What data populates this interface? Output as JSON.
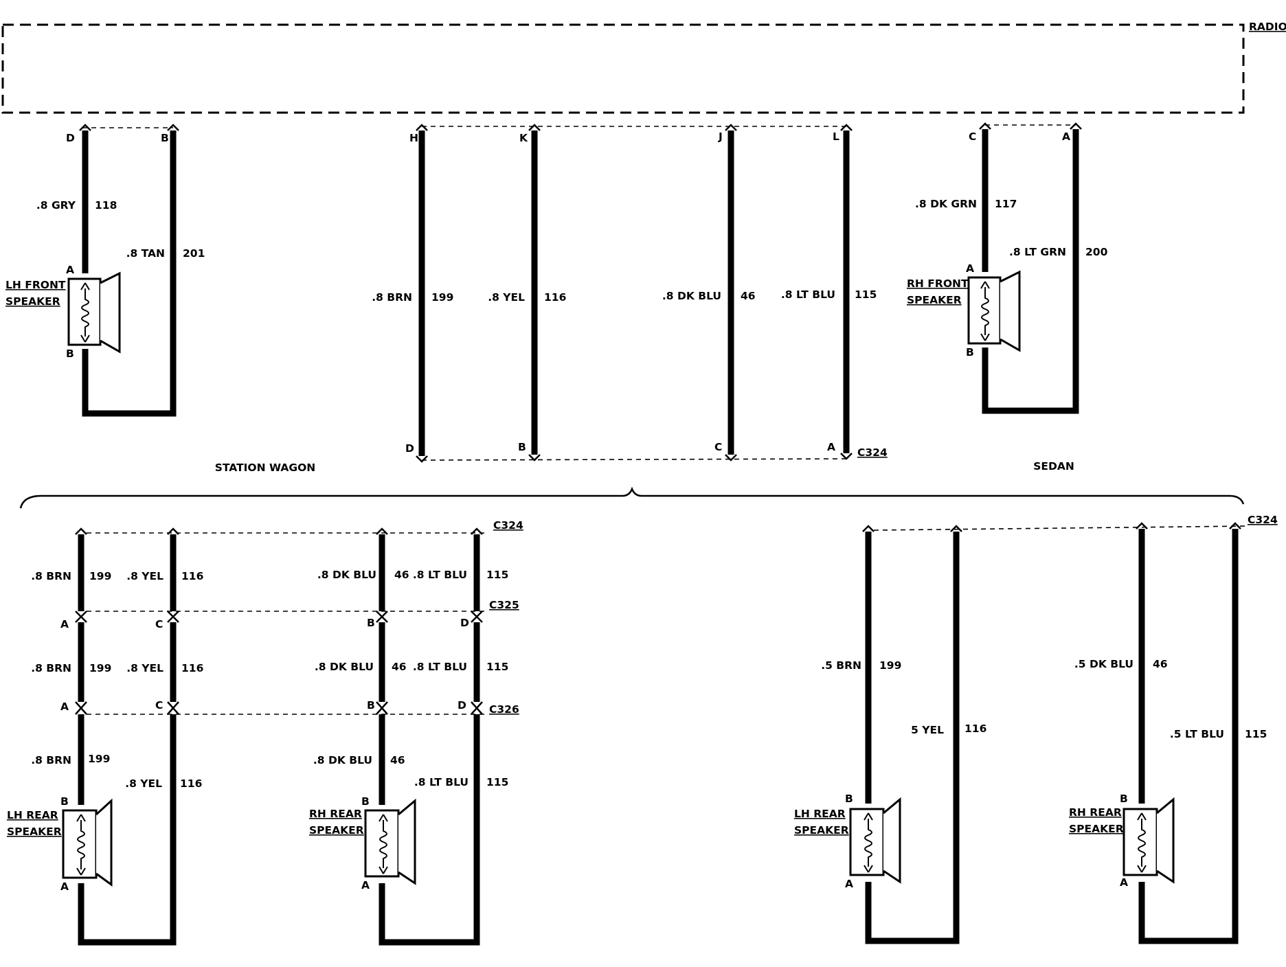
{
  "radio": {
    "label": "RADIO"
  },
  "variants": {
    "station_wagon": "STATION WAGON",
    "sedan": "SEDAN"
  },
  "connectors": {
    "c324": "C324",
    "c325": "C325",
    "c326": "C326"
  },
  "speakers": {
    "lh_front": {
      "line1": "LH FRONT",
      "line2": "SPEAKER"
    },
    "rh_front": {
      "line1": "RH FRONT",
      "line2": "SPEAKER"
    },
    "lh_rear": {
      "line1": "LH REAR",
      "line2": "SPEAKER"
    },
    "rh_rear": {
      "line1": "RH REAR",
      "line2": "SPEAKER"
    }
  },
  "pins": {
    "a": "A",
    "b": "B",
    "c": "C",
    "d": "D",
    "h": "H",
    "j": "J",
    "k": "K",
    "l": "L"
  },
  "wires": {
    "gry_118": {
      "gauge": ".8 GRY",
      "circuit": "118"
    },
    "tan_201": {
      "gauge": ".8 TAN",
      "circuit": "201"
    },
    "brn_199": {
      "gauge": ".8 BRN",
      "circuit": "199"
    },
    "yel_116": {
      "gauge": ".8 YEL",
      "circuit": "116"
    },
    "dkblu_46": {
      "gauge": ".8 DK BLU",
      "circuit": "46"
    },
    "ltblu_115": {
      "gauge": ".8 LT BLU",
      "circuit": "115"
    },
    "dkgrn_117": {
      "gauge": ".8 DK GRN",
      "circuit": "117"
    },
    "ltgrn_200": {
      "gauge": ".8 LT GRN",
      "circuit": "200"
    },
    "s_brn_199": {
      "gauge": ".5 BRN",
      "circuit": "199"
    },
    "s_yel_116": {
      "gauge": "5 YEL",
      "circuit": "116"
    },
    "s_dkblu_46": {
      "gauge": ".5 DK BLU",
      "circuit": "46"
    },
    "s_ltblu_115": {
      "gauge": ".5 LT BLU",
      "circuit": "115"
    }
  }
}
